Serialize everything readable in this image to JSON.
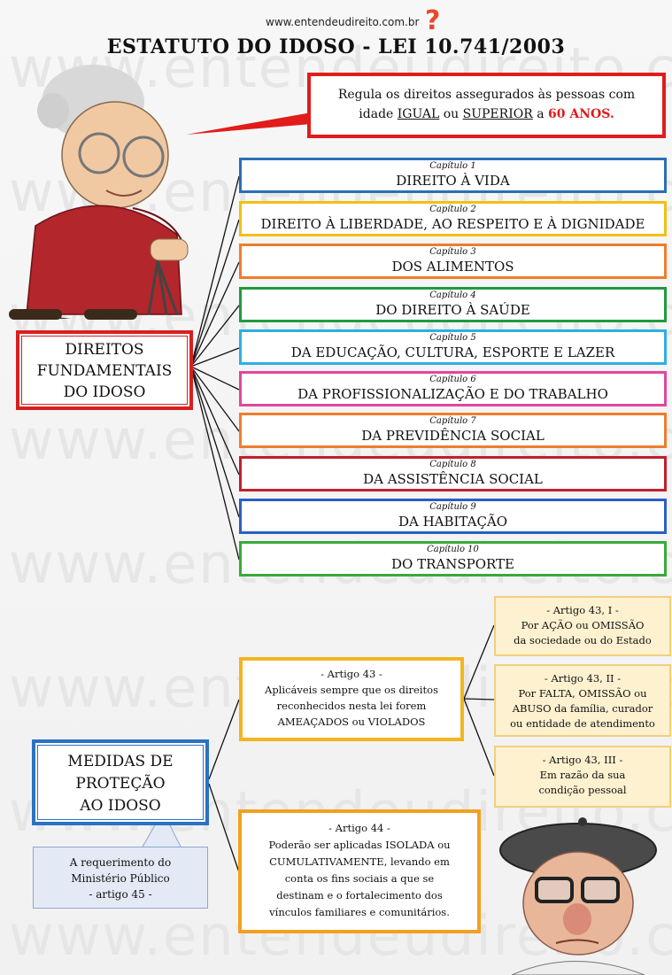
{
  "header": {
    "site": "www.entendeudireito.com.br",
    "title": "ESTATUTO DO IDOSO - LEI 10.741/2003"
  },
  "watermark": "www.entendeudireito.com.br",
  "intro": {
    "line1": "Regula os direitos assegurados às pessoas com",
    "part1": "idade ",
    "igual": "IGUAL",
    "part2": " ou ",
    "superior": "SUPERIOR",
    "part3": " a ",
    "age": "60 ANOS."
  },
  "fundamentais": {
    "label_line1": "DIREITOS",
    "label_line2": "FUNDAMENTAIS",
    "label_line3": "DO IDOSO",
    "chapters": [
      {
        "cap": "Capítulo 1",
        "name": "DIREITO À VIDA",
        "color": "#2a6fb5"
      },
      {
        "cap": "Capítulo 2",
        "name": "DIREITO À LIBERDADE, AO RESPEITO E À DIGNIDADE",
        "color": "#f2c012"
      },
      {
        "cap": "Capítulo 3",
        "name": "DOS ALIMENTOS",
        "color": "#ef7d2b"
      },
      {
        "cap": "Capítulo 4",
        "name": "DO DIREITO À SAÚDE",
        "color": "#1f9a3e"
      },
      {
        "cap": "Capítulo 5",
        "name": "DA EDUCAÇÃO, CULTURA, ESPORTE E LAZER",
        "color": "#2cb0e0"
      },
      {
        "cap": "Capítulo 6",
        "name": "DA PROFISSIONALIZAÇÃO E DO TRABALHO",
        "color": "#e0479e"
      },
      {
        "cap": "Capítulo 7",
        "name": "DA PREVIDÊNCIA SOCIAL",
        "color": "#ef7d2b"
      },
      {
        "cap": "Capítulo 8",
        "name": "DA ASSISTÊNCIA SOCIAL",
        "color": "#c0202a"
      },
      {
        "cap": "Capítulo 9",
        "name": "DA HABITAÇÃO",
        "color": "#2a5fc3"
      },
      {
        "cap": "Capítulo 10",
        "name": "DO TRANSPORTE",
        "color": "#3aaa3a"
      }
    ]
  },
  "medidas": {
    "label_line1": "MEDIDAS DE",
    "label_line2": "PROTEÇÃO",
    "label_line3": "AO IDOSO",
    "requerimento": [
      "A requerimento do",
      "Ministério Público",
      "- artigo 45 -"
    ],
    "artigo43": {
      "title": "- Artigo 43 -",
      "lines": [
        "Aplicáveis sempre que os direitos",
        "reconhecidos nesta lei forem",
        "AMEAÇADOS ou VIOLADOS"
      ]
    },
    "incisos": [
      {
        "title": "- Artigo 43, I -",
        "lines": [
          "Por AÇÃO ou OMISSÃO",
          "da sociedade ou do Estado"
        ]
      },
      {
        "title": "- Artigo 43, II -",
        "lines": [
          "Por FALTA, OMISSÃO ou",
          "ABUSO da família, curador",
          "ou entidade de atendimento"
        ]
      },
      {
        "title": "- Artigo 43, III -",
        "lines": [
          "Em razão da sua",
          "condição pessoal"
        ]
      }
    ],
    "artigo44": {
      "title": "- Artigo 44 -",
      "lines": [
        "Poderão ser aplicadas ISOLADA ou",
        "CUMULATIVAMENTE, levando em",
        "conta os fins sociais a que se",
        "destinam e o fortalecimento dos",
        "vínculos familiares e comunitários."
      ]
    }
  }
}
